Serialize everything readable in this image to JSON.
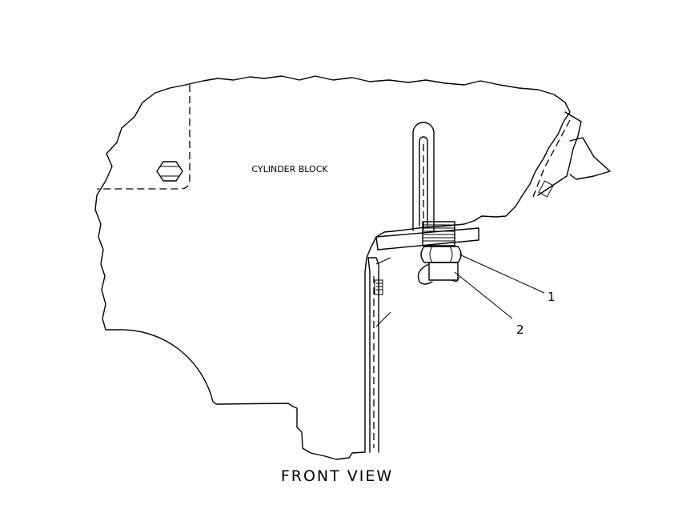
{
  "diagram": {
    "block_label": "CYLINDER BLOCK",
    "view_title": "FRONT VIEW",
    "callouts": [
      {
        "id": "callout-1",
        "text": "1"
      },
      {
        "id": "callout-2",
        "text": "2"
      }
    ]
  }
}
